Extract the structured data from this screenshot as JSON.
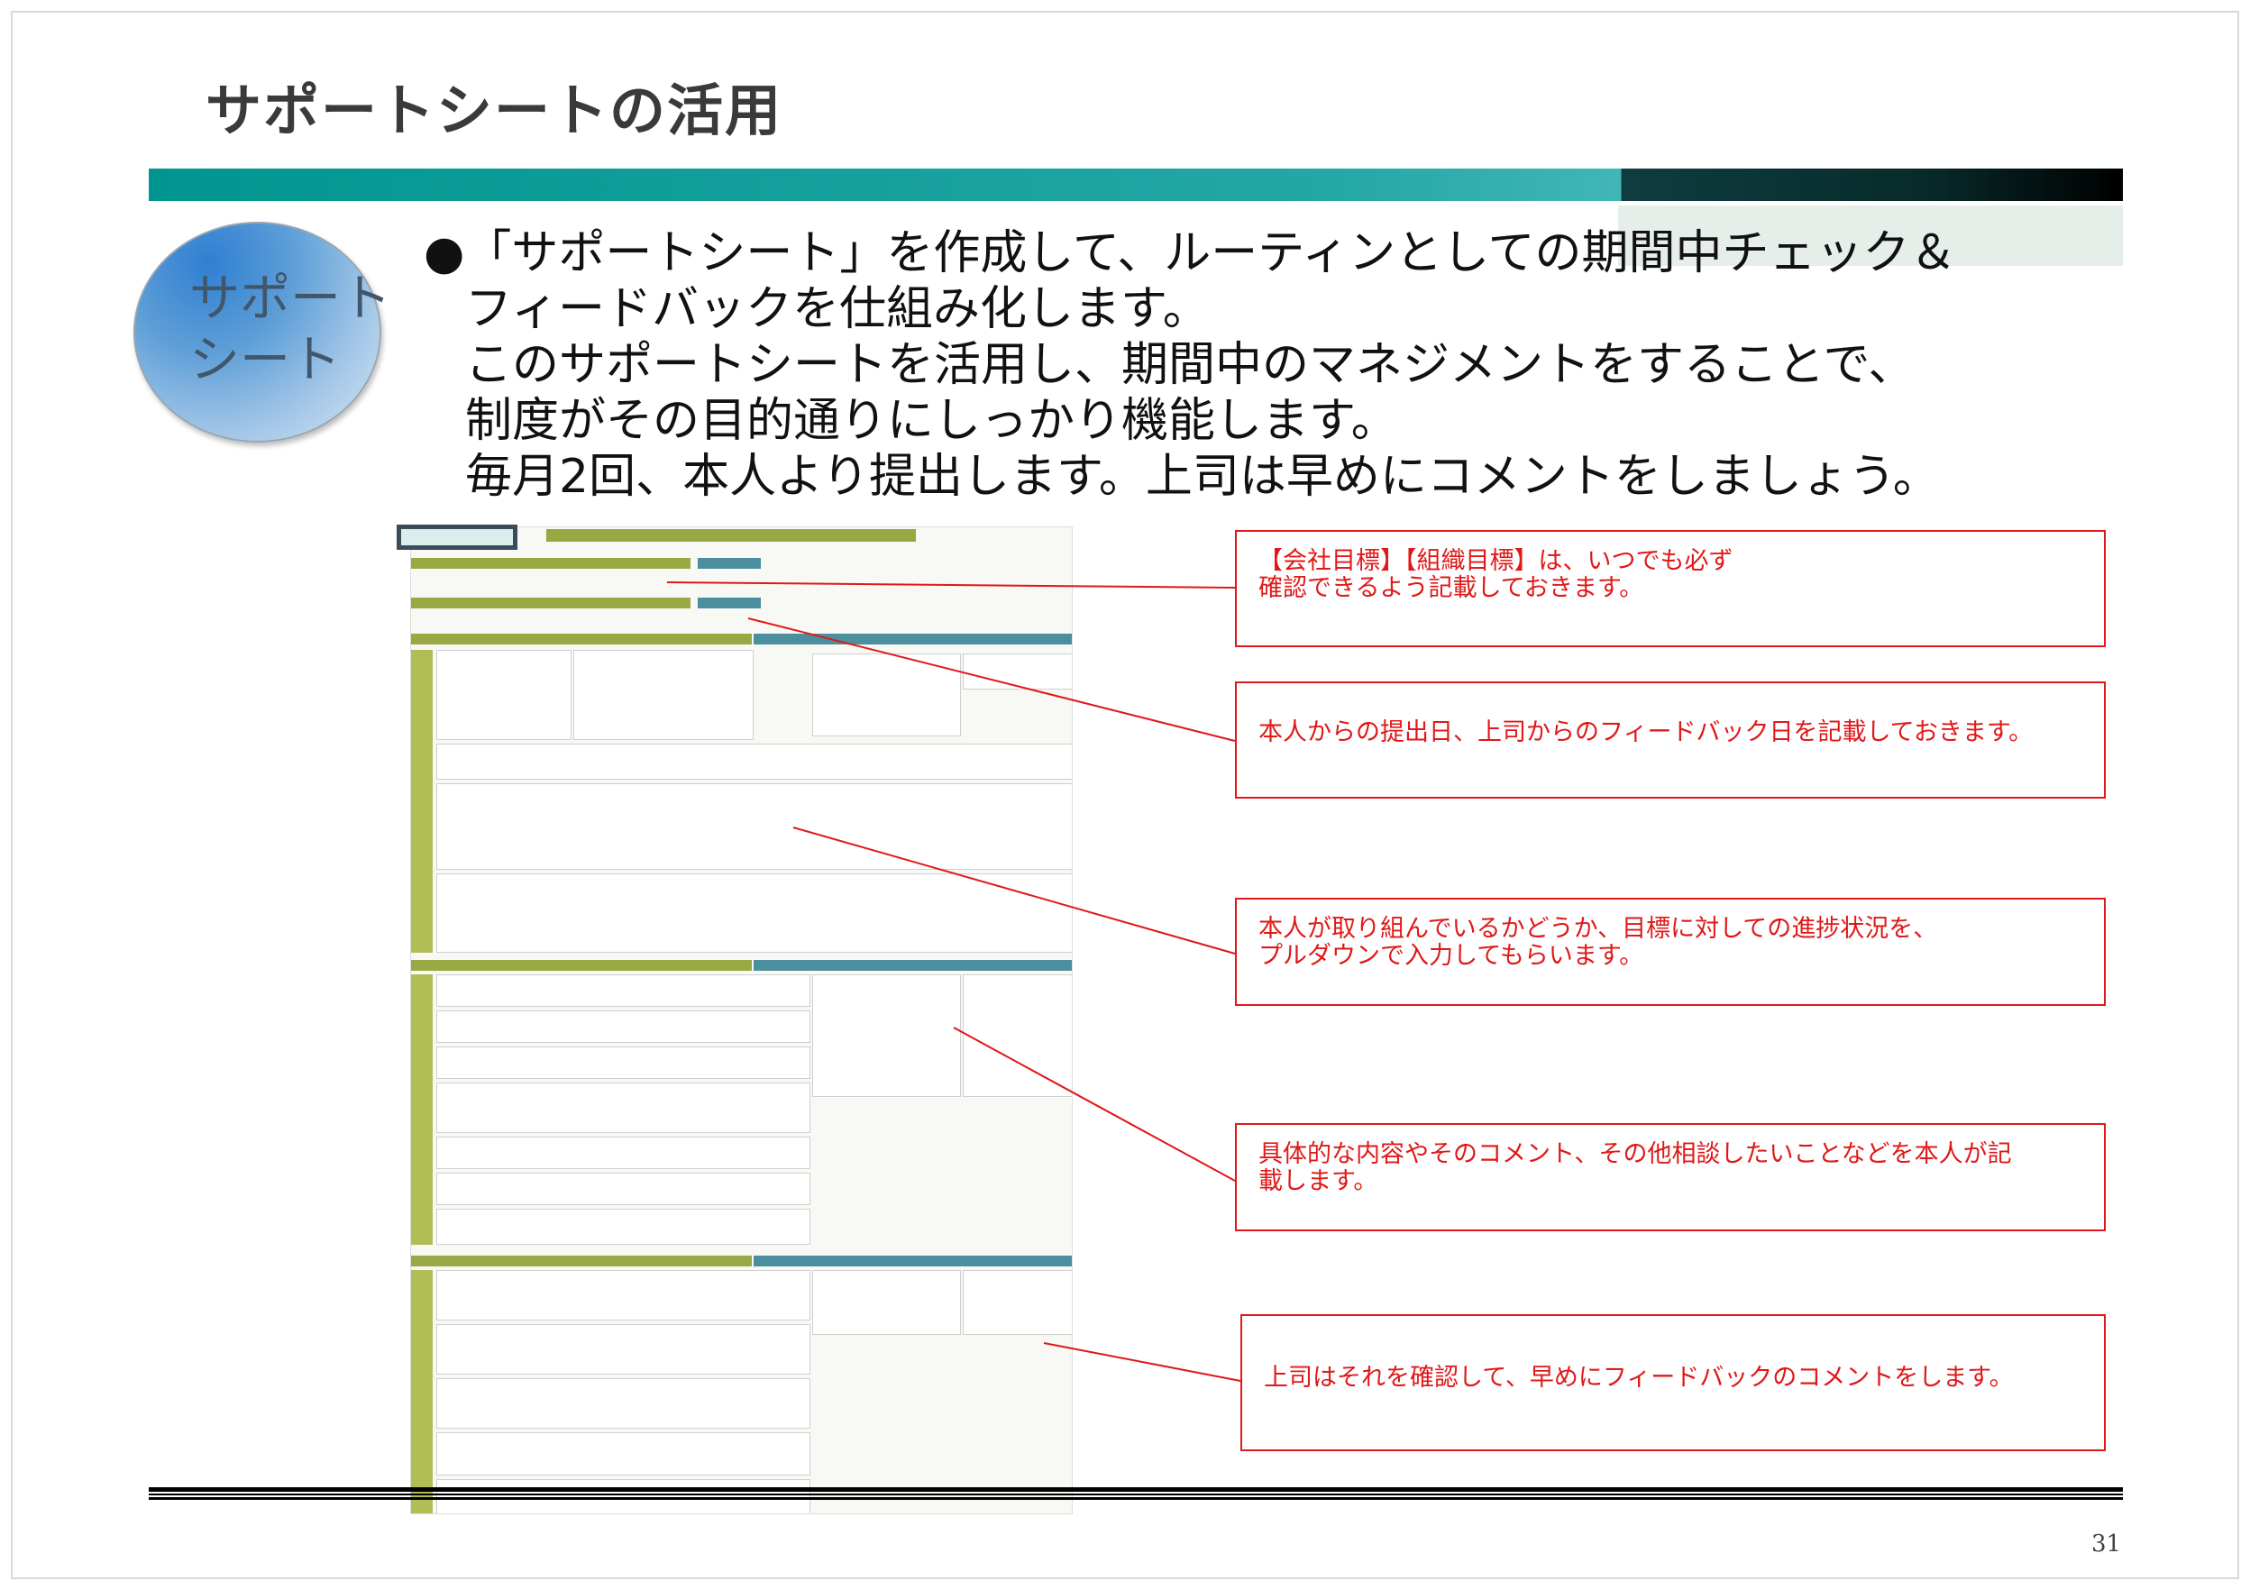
{
  "slide": {
    "title": "サポートシートの活用",
    "page_number": "31"
  },
  "badge": {
    "line1": "サポート",
    "line2": "シート"
  },
  "bullet": {
    "marker": "●",
    "lines": [
      "「サポートシート」を作成して、ルーティンとしての期間中チェック＆",
      "フィードバックを仕組み化します。",
      "このサポートシートを活用し、期間中のマネジメントをすることで、",
      "制度がその目的通りにしっかり機能します。",
      "毎月2回、本人より提出します。上司は早めにコメントをしましょう。"
    ]
  },
  "annotations": [
    {
      "line1": "【会社目標】【組織目標】は、いつでも必ず",
      "line2": "確認できるよう記載しておきます。"
    },
    {
      "line1": "本人からの提出日、上司からのフィードバック日を記載しておきます。",
      "line2": ""
    },
    {
      "line1": "本人が取り組んでいるかどうか、目標に対しての進捗状況を、",
      "line2": "プルダウンで入力してもらいます。"
    },
    {
      "line1": "具体的な内容やそのコメント、その他相談したいことなどを本人が記",
      "line2": "載します。"
    },
    {
      "line1": "上司はそれを確認して、早めにフィードバックのコメントをします。",
      "line2": ""
    }
  ],
  "colors": {
    "accent_teal": "#00968f",
    "annotation_red": "#e01818",
    "sheet_olive": "#9aa843",
    "sheet_teal": "#4b8e9d"
  }
}
